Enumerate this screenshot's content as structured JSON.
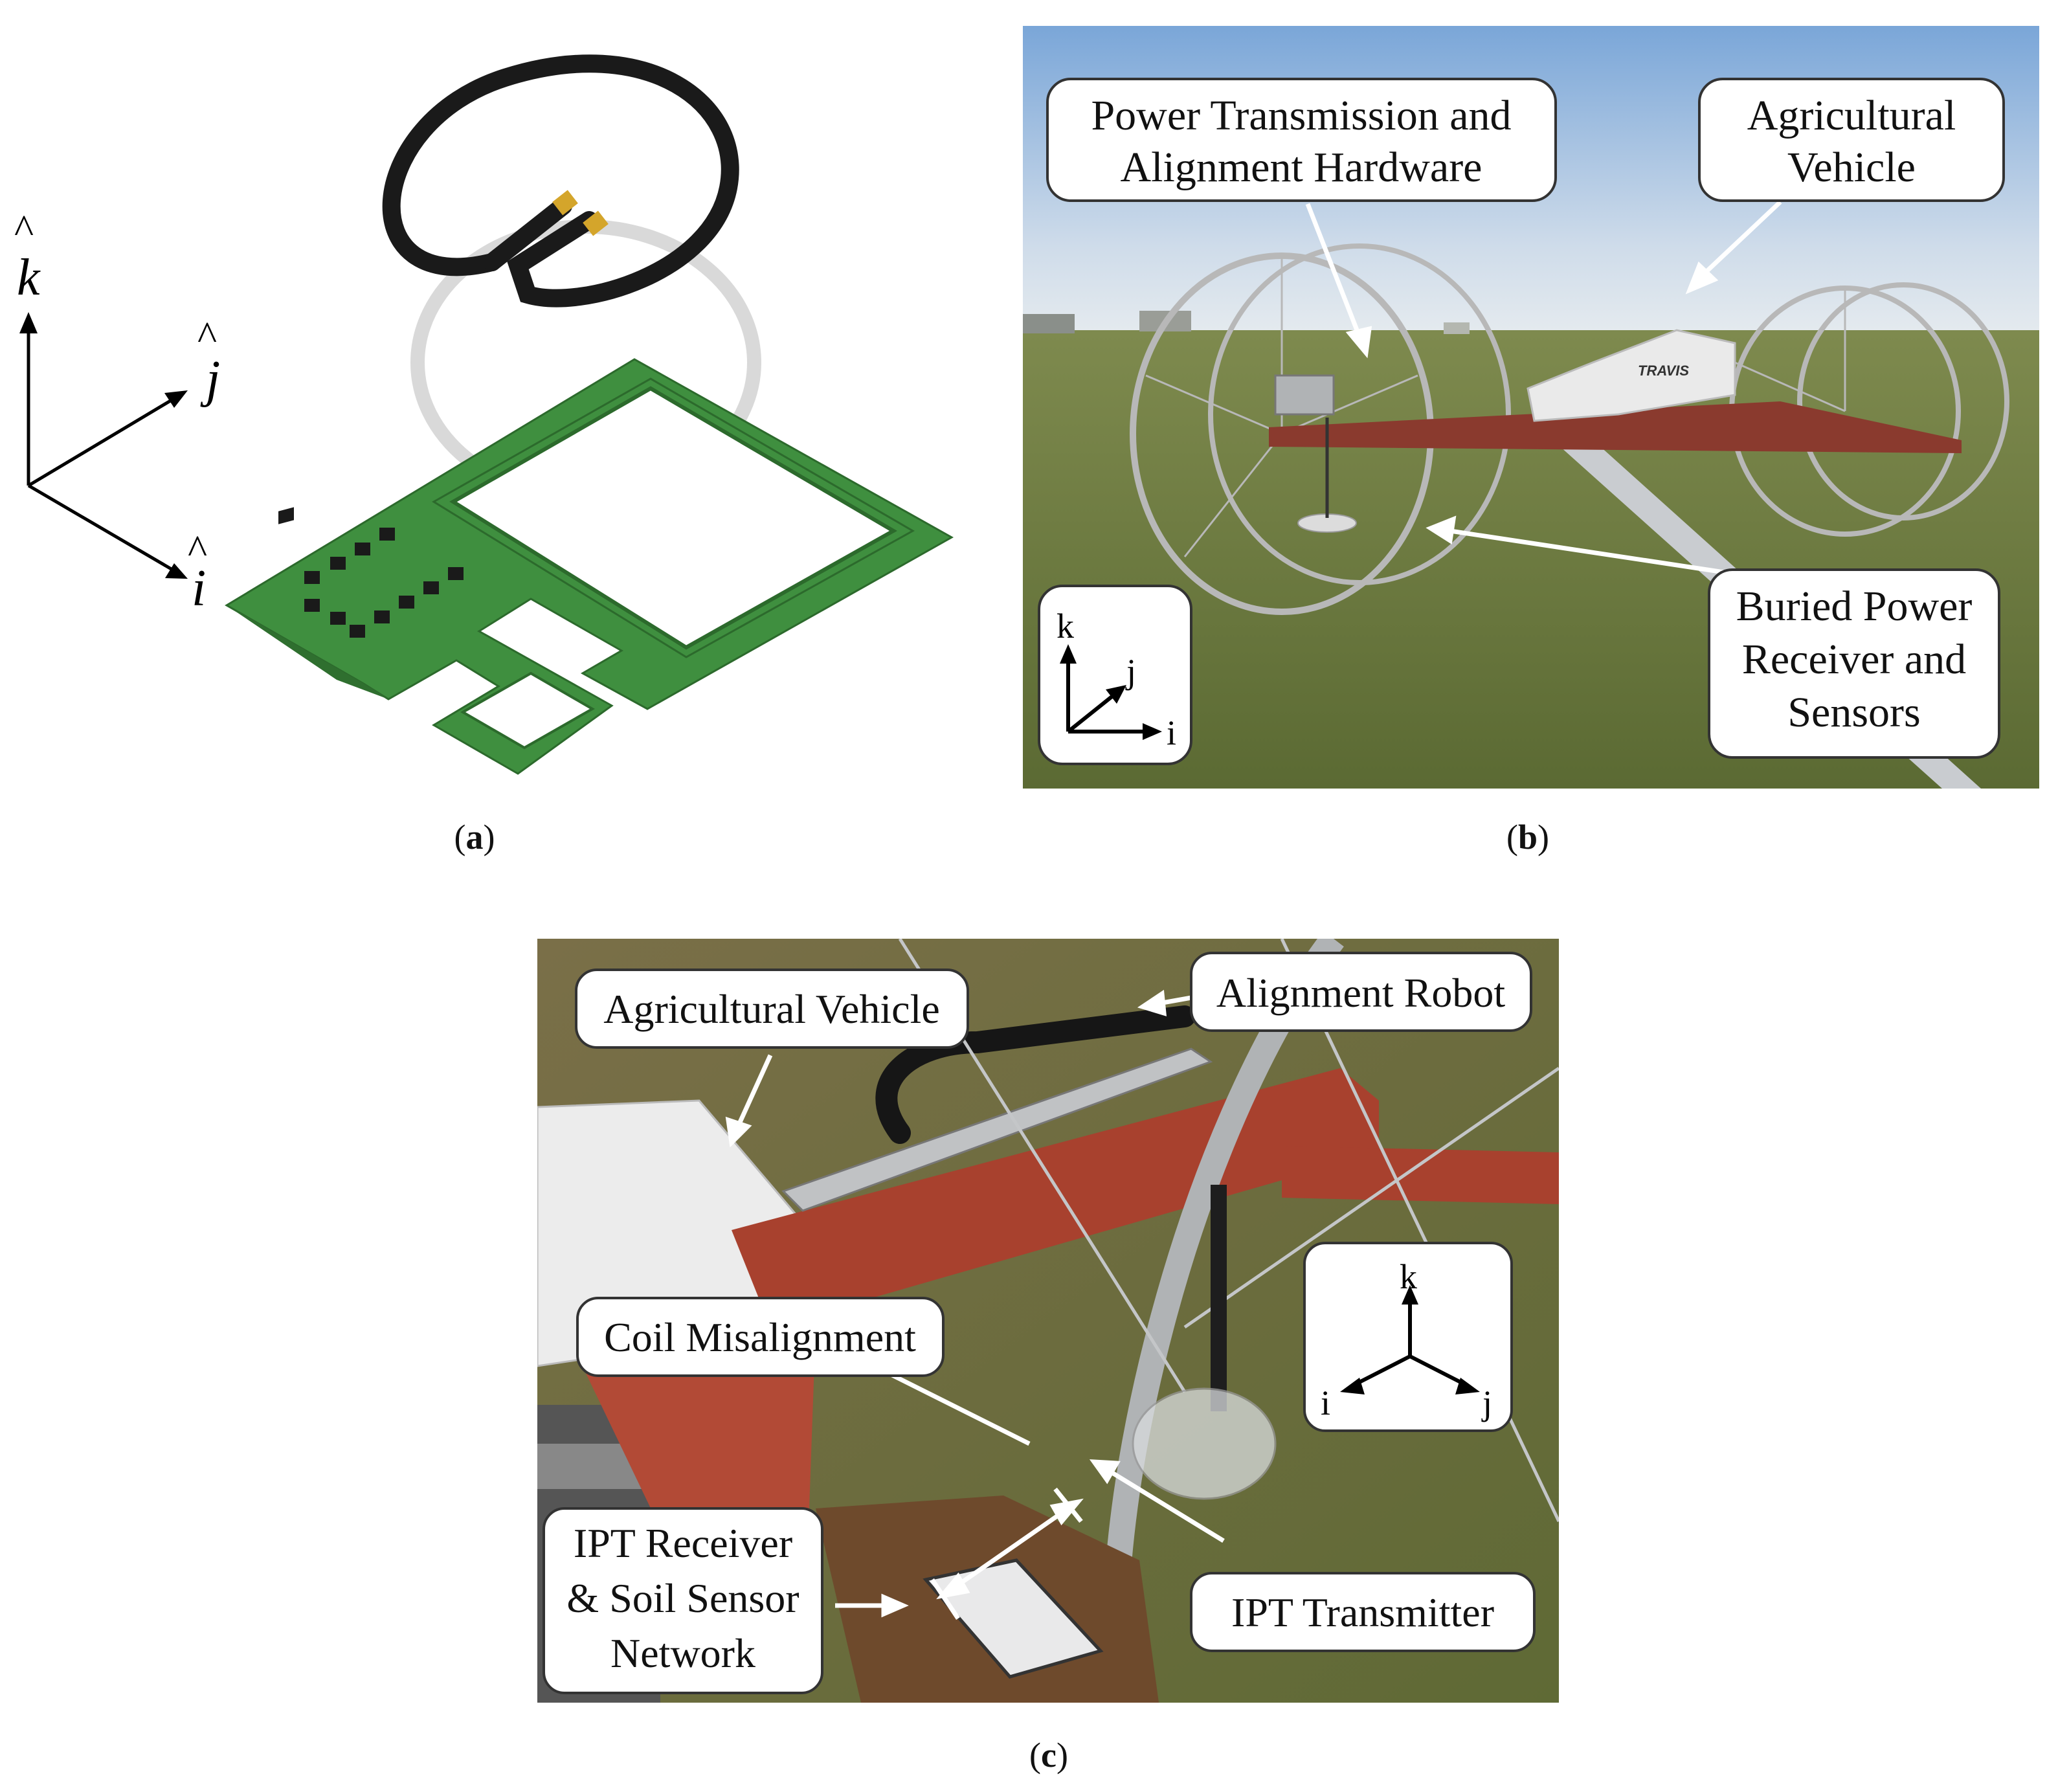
{
  "panel_a": {
    "caption_letter": "a",
    "axes": {
      "k": "k",
      "j": "j",
      "i": "i"
    }
  },
  "panel_b": {
    "caption_letter": "b",
    "callout_power": [
      "Power Transmission and",
      "Alignment Hardware"
    ],
    "callout_vehicle": [
      "Agricultural",
      "Vehicle"
    ],
    "callout_buried": [
      "Buried Power",
      "Receiver and",
      "Sensors"
    ],
    "vehicle_brand": "TRAVIS",
    "axes": {
      "k": "k",
      "j": "j",
      "i": "i"
    }
  },
  "panel_c": {
    "caption_letter": "c",
    "callout_vehicle": "Agricultural Vehicle",
    "callout_robot": "Alignment Robot",
    "callout_misalign": "Coil Misalignment",
    "callout_receiver": [
      "IPT Receiver",
      "& Soil Sensor",
      "Network"
    ],
    "callout_transmitter": "IPT Transmitter",
    "axes": {
      "k": "k",
      "j": "j",
      "i": "i"
    }
  },
  "colors": {
    "pcb_green": "#3f8f3f",
    "sky": "#8fb3dd",
    "grass": "#6b7d3f",
    "soil": "#6e4a2c",
    "frame_red": "#a8412e",
    "wheel_gray": "#b8b8b8"
  }
}
